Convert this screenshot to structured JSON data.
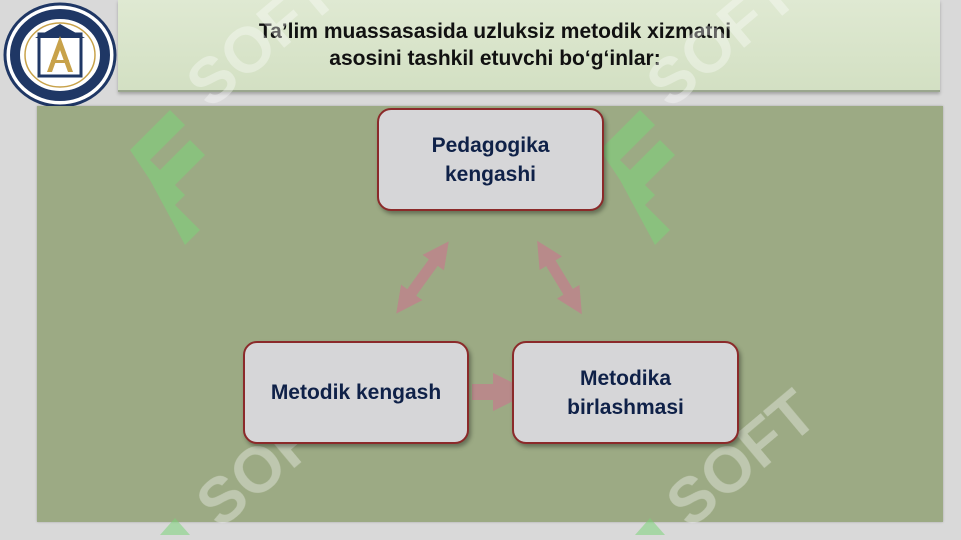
{
  "header": {
    "title_line1": "Ta’lim muassasasida uzluksiz metodik xizmatni",
    "title_line2": "asosini tashkil etuvchi bo‘g‘inlar:"
  },
  "diagram": {
    "nodes": [
      {
        "id": "pedagogika",
        "label": "Pedagogika kengashi"
      },
      {
        "id": "metodik",
        "label": "Metodik kengash"
      },
      {
        "id": "birlashma",
        "label": "Metodika birlashmasi"
      }
    ],
    "edges": [
      {
        "from": "pedagogika",
        "to": "metodik",
        "direction": "both"
      },
      {
        "from": "pedagogika",
        "to": "birlashma",
        "direction": "both"
      },
      {
        "from": "metodik",
        "to": "birlashma",
        "direction": "forward"
      }
    ]
  },
  "colors": {
    "panel": "#9caa84",
    "node_fill": "#d6d6d8",
    "node_border": "#8b2a2a",
    "node_text": "#0f2148",
    "arrow": "#b88a8a"
  },
  "icons": {
    "logo": "institution-emblem-icon",
    "watermark": "soft-watermark"
  }
}
